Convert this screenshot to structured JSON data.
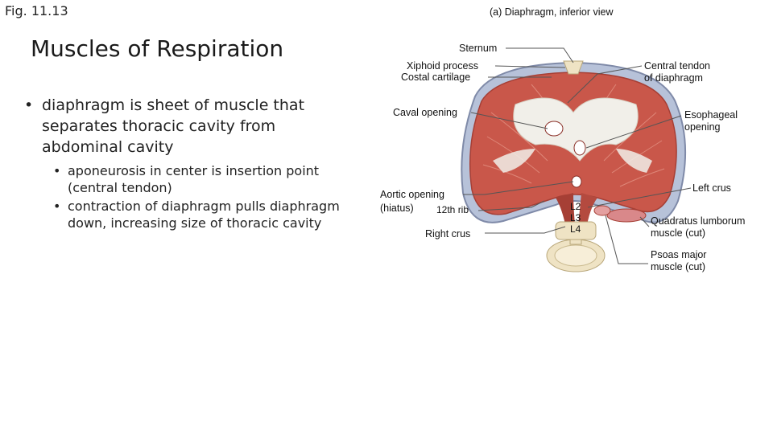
{
  "fig_label": "Fig. 11.13",
  "title": "Muscles of Respiration",
  "bullets": {
    "main_bold": "diaphragm",
    "main_rest": " is sheet of muscle that separates thoracic cavity from abdominal cavity",
    "sub": [
      "aponeurosis in center is insertion point (central tendon)",
      "contraction of diaphragm pulls diaphragm down, increasing size of thoracic cavity"
    ]
  },
  "diagram": {
    "title": "(a) Diaphragm, inferior view",
    "labels": {
      "sternum": "Sternum",
      "xiphoid": "Xiphoid process",
      "costal": "Costal cartilage",
      "central_tendon_1": "Central tendon",
      "central_tendon_2": "of diaphragm",
      "caval": "Caval opening",
      "esophageal_1": "Esophageal",
      "esophageal_2": "opening",
      "aortic_1": "Aortic opening",
      "aortic_2": "(hiatus)",
      "rib12": "12th rib",
      "left_crus": "Left crus",
      "right_crus": "Right crus",
      "l2": "L2",
      "l3": "L3",
      "l4": "L4",
      "quadratus_1": "Quadratus lumborum",
      "quadratus_2": "muscle (cut)",
      "psoas_1": "Psoas major",
      "psoas_2": "muscle (cut)"
    }
  },
  "colors": {
    "muscle": "#c9574a",
    "muscle_dark": "#a63f35",
    "tendon": "#f1efe9",
    "rib": "#9aa7c4",
    "bone": "#efe3c4"
  }
}
